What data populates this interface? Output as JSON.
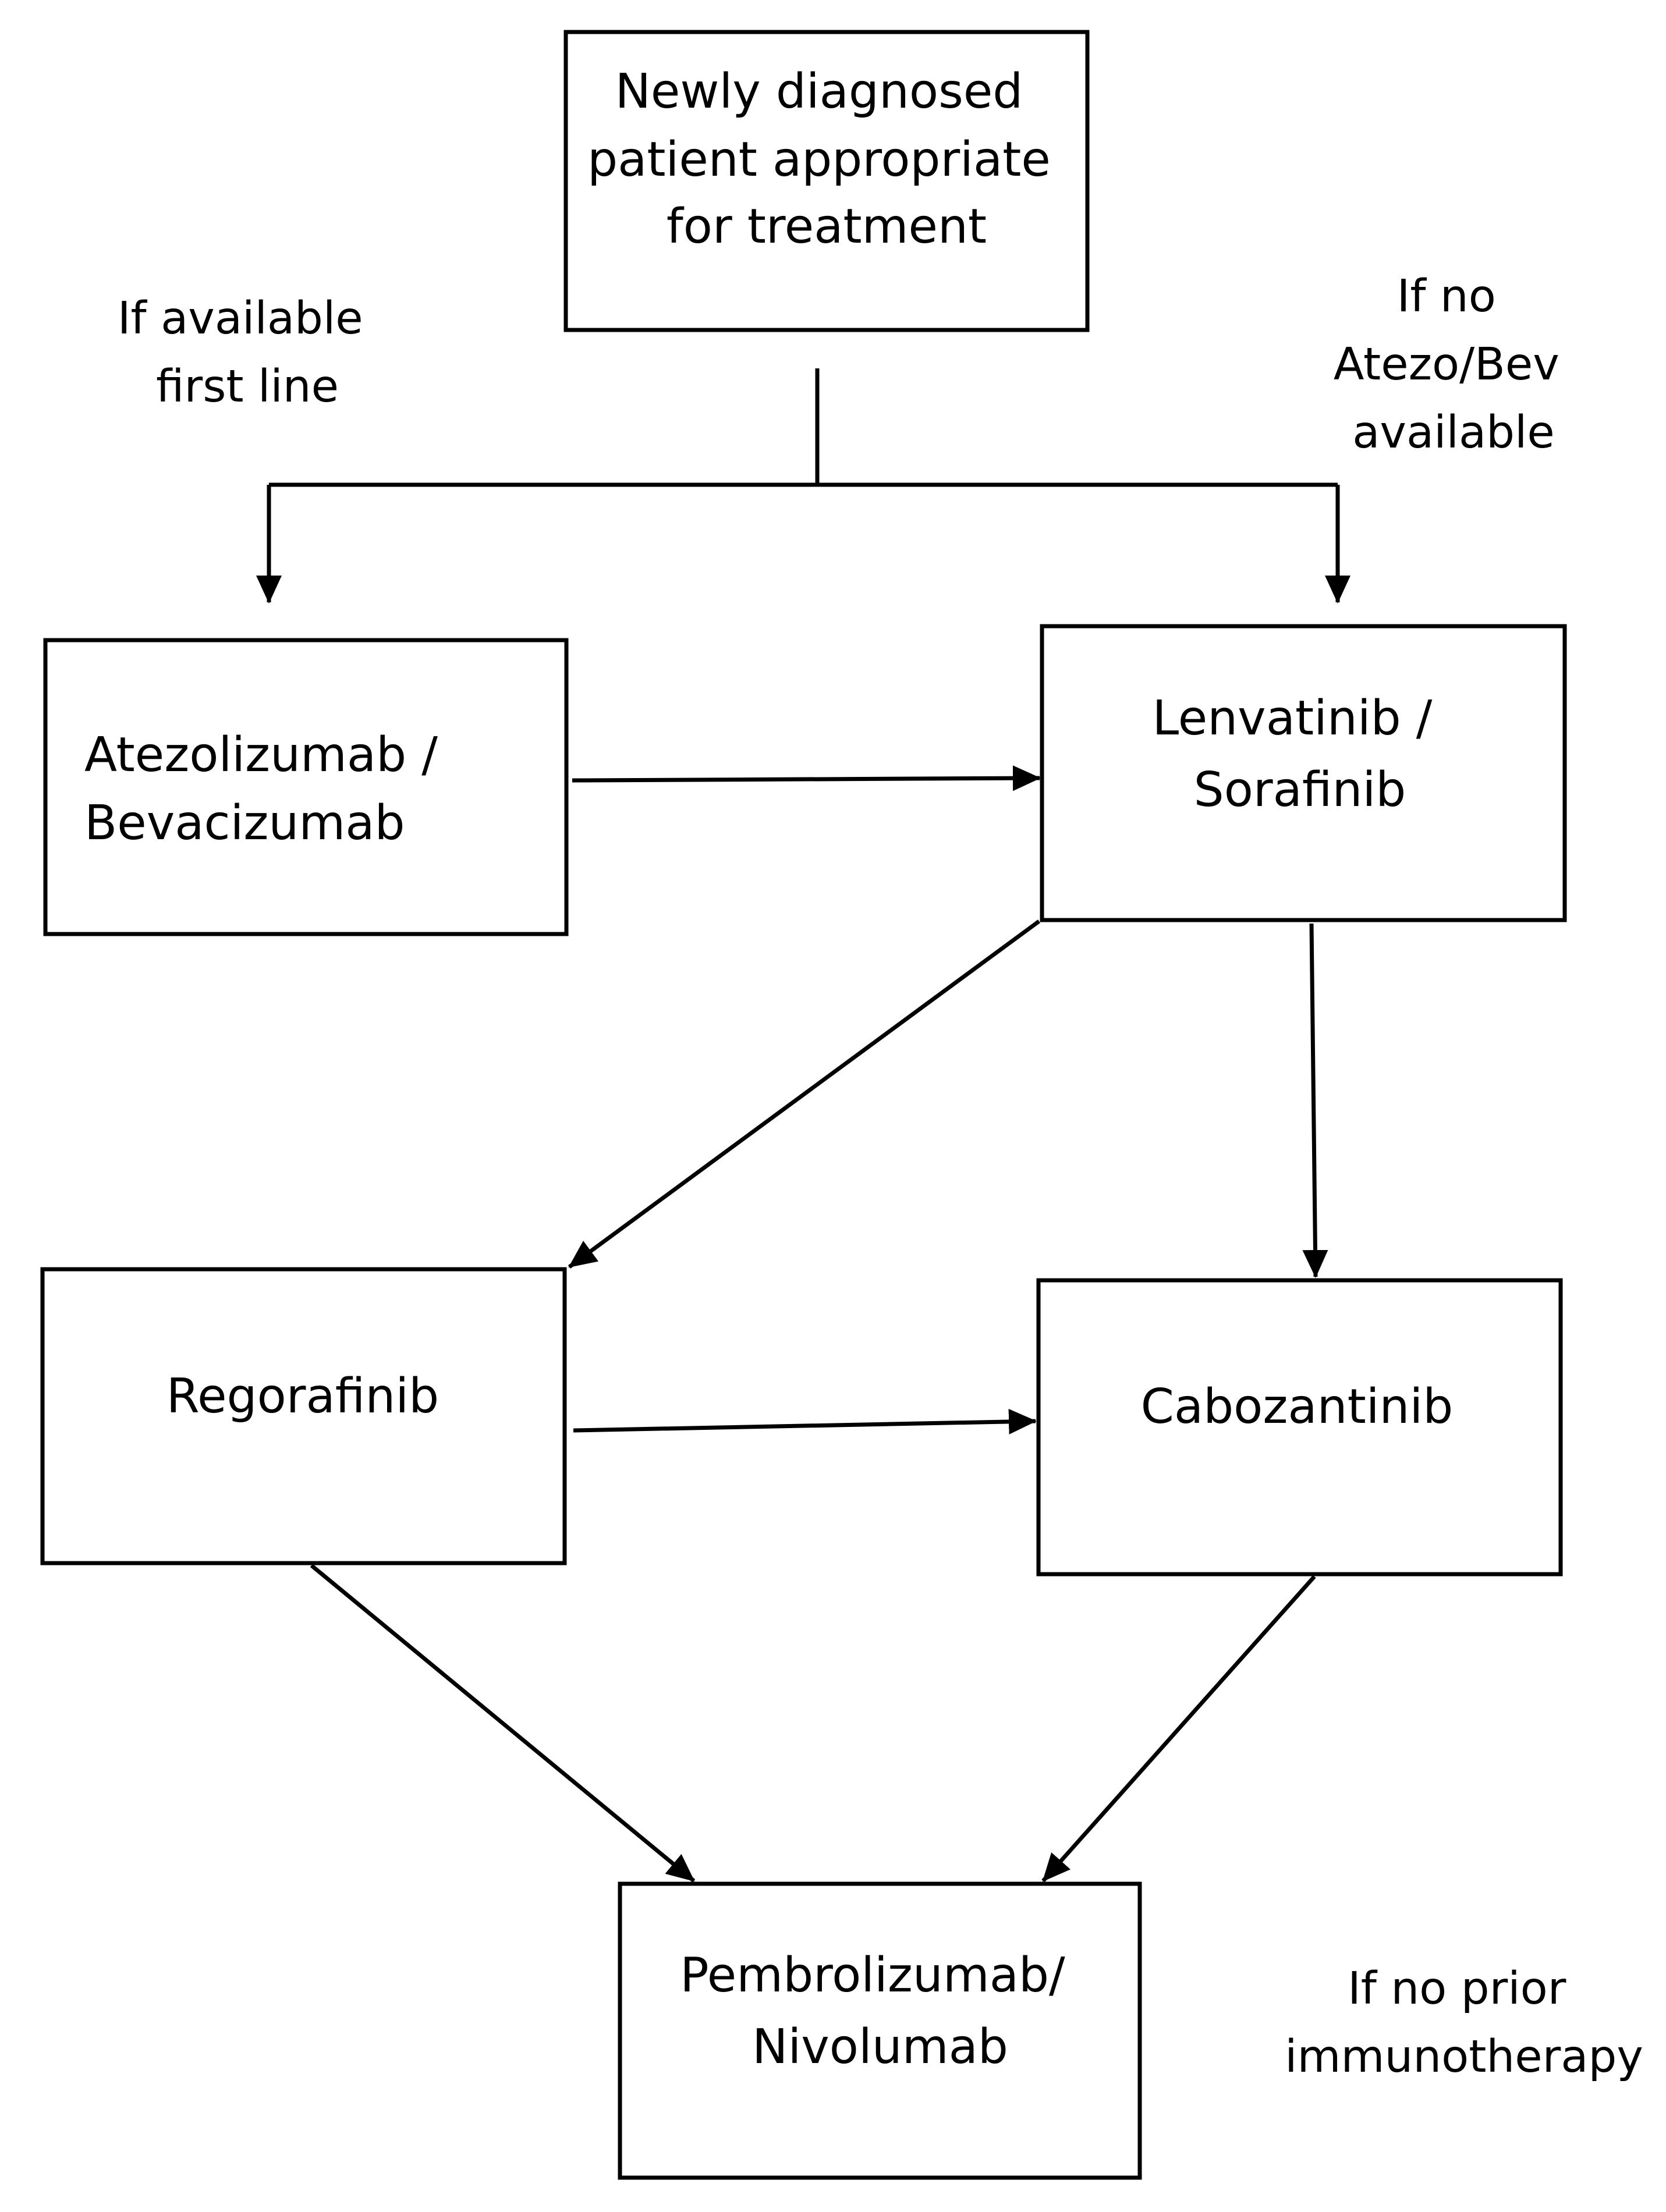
{
  "nodes": {
    "start": [
      "Newly diagnosed",
      "patient appropriate",
      "for treatment"
    ],
    "atezo_bev": [
      "Atezolizumab /",
      "Bevacizumab"
    ],
    "lenva_sora": [
      "Lenvatinib /",
      "Sorafinib"
    ],
    "regorafenib": [
      "Regorafinib"
    ],
    "cabozantinib": [
      "Cabozantinib"
    ],
    "pembro_nivo": [
      "Pembrolizumab/",
      "Nivolumab"
    ]
  },
  "annotations": {
    "left_branch": [
      "If available",
      "first line"
    ],
    "right_branch": [
      "If no",
      "Atezo/Bev",
      "available"
    ],
    "immunotherapy": [
      "If no prior",
      "immunotherapy"
    ]
  },
  "colors": {
    "stroke": "#000000",
    "background": "#ffffff"
  }
}
